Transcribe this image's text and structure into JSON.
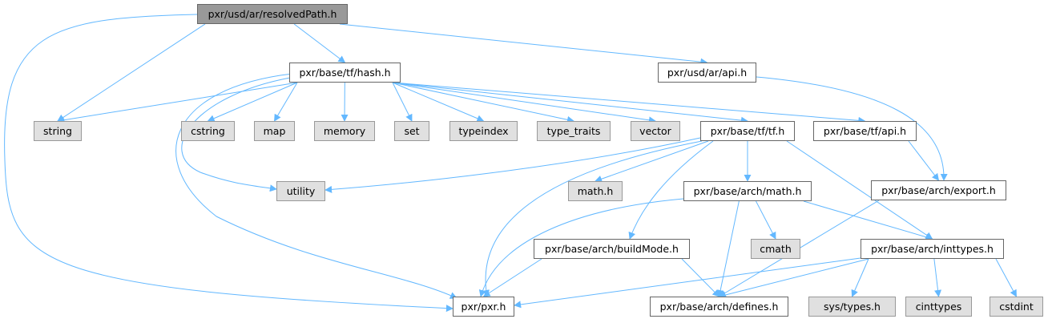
{
  "diagram": {
    "title": "Include dependency graph for pxr/usd/ar/resolvedPath.h",
    "colors": {
      "edge": "#63b8ff",
      "root_fill": "#999999",
      "node_fill": "#ffffff",
      "system_fill": "#e0e0e0"
    },
    "nodes": [
      {
        "id": "root",
        "label": "pxr/usd/ar/resolvedPath.h",
        "kind": "root"
      },
      {
        "id": "hash",
        "label": "pxr/base/tf/hash.h",
        "kind": "project"
      },
      {
        "id": "arapi",
        "label": "pxr/usd/ar/api.h",
        "kind": "project"
      },
      {
        "id": "string",
        "label": "string",
        "kind": "system"
      },
      {
        "id": "cstring",
        "label": "cstring",
        "kind": "system"
      },
      {
        "id": "map",
        "label": "map",
        "kind": "system"
      },
      {
        "id": "memory",
        "label": "memory",
        "kind": "system"
      },
      {
        "id": "set",
        "label": "set",
        "kind": "system"
      },
      {
        "id": "typeindex",
        "label": "typeindex",
        "kind": "system"
      },
      {
        "id": "type_traits",
        "label": "type_traits",
        "kind": "system"
      },
      {
        "id": "vector",
        "label": "vector",
        "kind": "system"
      },
      {
        "id": "tf",
        "label": "pxr/base/tf/tf.h",
        "kind": "project"
      },
      {
        "id": "tfapi",
        "label": "pxr/base/tf/api.h",
        "kind": "project"
      },
      {
        "id": "utility",
        "label": "utility",
        "kind": "system"
      },
      {
        "id": "mathh",
        "label": "math.h",
        "kind": "system"
      },
      {
        "id": "archmath",
        "label": "pxr/base/arch/math.h",
        "kind": "project"
      },
      {
        "id": "export",
        "label": "pxr/base/arch/export.h",
        "kind": "project"
      },
      {
        "id": "buildmode",
        "label": "pxr/base/arch/buildMode.h",
        "kind": "project"
      },
      {
        "id": "cmath",
        "label": "cmath",
        "kind": "system"
      },
      {
        "id": "inttypes",
        "label": "pxr/base/arch/inttypes.h",
        "kind": "project"
      },
      {
        "id": "pxr",
        "label": "pxr/pxr.h",
        "kind": "project"
      },
      {
        "id": "defines",
        "label": "pxr/base/arch/defines.h",
        "kind": "project"
      },
      {
        "id": "systypes",
        "label": "sys/types.h",
        "kind": "system"
      },
      {
        "id": "cinttypes",
        "label": "cinttypes",
        "kind": "system"
      },
      {
        "id": "cstdint",
        "label": "cstdint",
        "kind": "system"
      }
    ],
    "edges": [
      [
        "root",
        "hash"
      ],
      [
        "root",
        "arapi"
      ],
      [
        "root",
        "string"
      ],
      [
        "root",
        "pxr"
      ],
      [
        "hash",
        "string"
      ],
      [
        "hash",
        "cstring"
      ],
      [
        "hash",
        "map"
      ],
      [
        "hash",
        "memory"
      ],
      [
        "hash",
        "set"
      ],
      [
        "hash",
        "typeindex"
      ],
      [
        "hash",
        "type_traits"
      ],
      [
        "hash",
        "vector"
      ],
      [
        "hash",
        "tf"
      ],
      [
        "hash",
        "tfapi"
      ],
      [
        "hash",
        "utility"
      ],
      [
        "hash",
        "pxr"
      ],
      [
        "arapi",
        "export"
      ],
      [
        "tf",
        "utility"
      ],
      [
        "tf",
        "mathh"
      ],
      [
        "tf",
        "archmath"
      ],
      [
        "tf",
        "buildmode"
      ],
      [
        "tf",
        "inttypes"
      ],
      [
        "tf",
        "pxr"
      ],
      [
        "tfapi",
        "export"
      ],
      [
        "archmath",
        "cmath"
      ],
      [
        "archmath",
        "inttypes"
      ],
      [
        "archmath",
        "defines"
      ],
      [
        "archmath",
        "pxr"
      ],
      [
        "export",
        "defines"
      ],
      [
        "buildmode",
        "pxr"
      ],
      [
        "buildmode",
        "defines"
      ],
      [
        "inttypes",
        "pxr"
      ],
      [
        "inttypes",
        "defines"
      ],
      [
        "inttypes",
        "systypes"
      ],
      [
        "inttypes",
        "cinttypes"
      ],
      [
        "inttypes",
        "cstdint"
      ]
    ]
  }
}
